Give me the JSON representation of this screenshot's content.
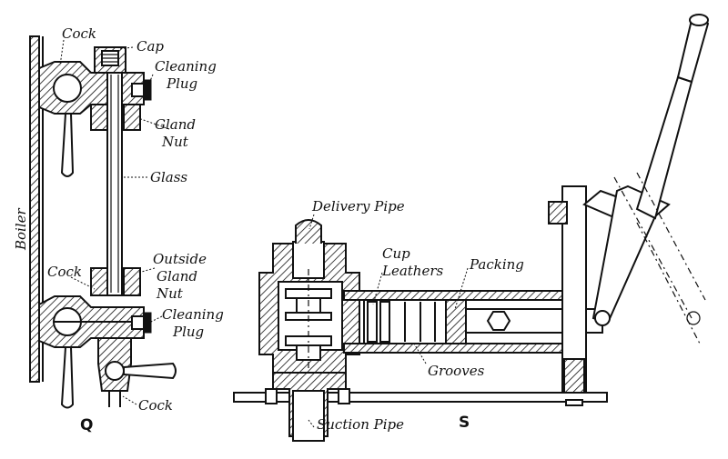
{
  "figure_q": {
    "label": "Q",
    "labels": {
      "boiler": "Boiler",
      "cock_top": "Cock",
      "cap": "Cap",
      "cleaning_plug_top_1": "Cleaning",
      "cleaning_plug_top_2": "Plug",
      "gland_nut_1": "Gland",
      "gland_nut_2": "Nut",
      "glass": "Glass",
      "cock_mid": "Cock",
      "outside_gland_nut_1": "Outside",
      "outside_gland_nut_2": "Gland",
      "outside_gland_nut_3": "Nut",
      "cleaning_plug_bottom_1": "Cleaning",
      "cleaning_plug_bottom_2": "Plug",
      "cock_bottom": "Cock"
    }
  },
  "figure_s": {
    "label": "S",
    "labels": {
      "delivery_pipe": "Delivery Pipe",
      "cup_leathers_1": "Cup",
      "cup_leathers_2": "Leathers",
      "packing": "Packing",
      "grooves": "Grooves",
      "suction_pipe": "Suction Pipe"
    }
  }
}
